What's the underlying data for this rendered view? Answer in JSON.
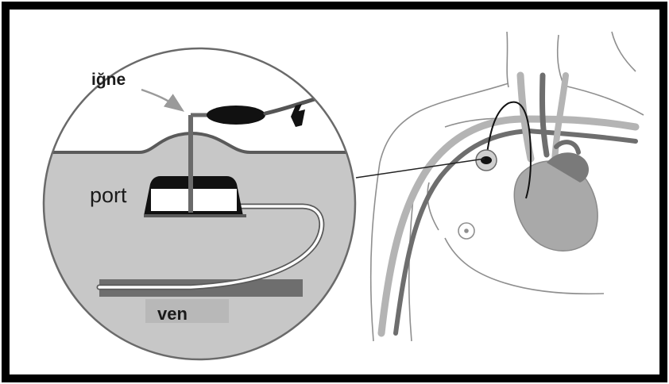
{
  "labels": {
    "needle": "iğne",
    "port": "port",
    "vein": "ven"
  },
  "colors": {
    "frame": "#000000",
    "tissue": "#c7c7c7",
    "skin_line": "#5a5a5a",
    "vessel_light": "#b4b4b4",
    "vessel_dark": "#6e6e6e",
    "heart": "#a9a9a9",
    "outline": "#8f8f8f",
    "device": "#111111"
  }
}
